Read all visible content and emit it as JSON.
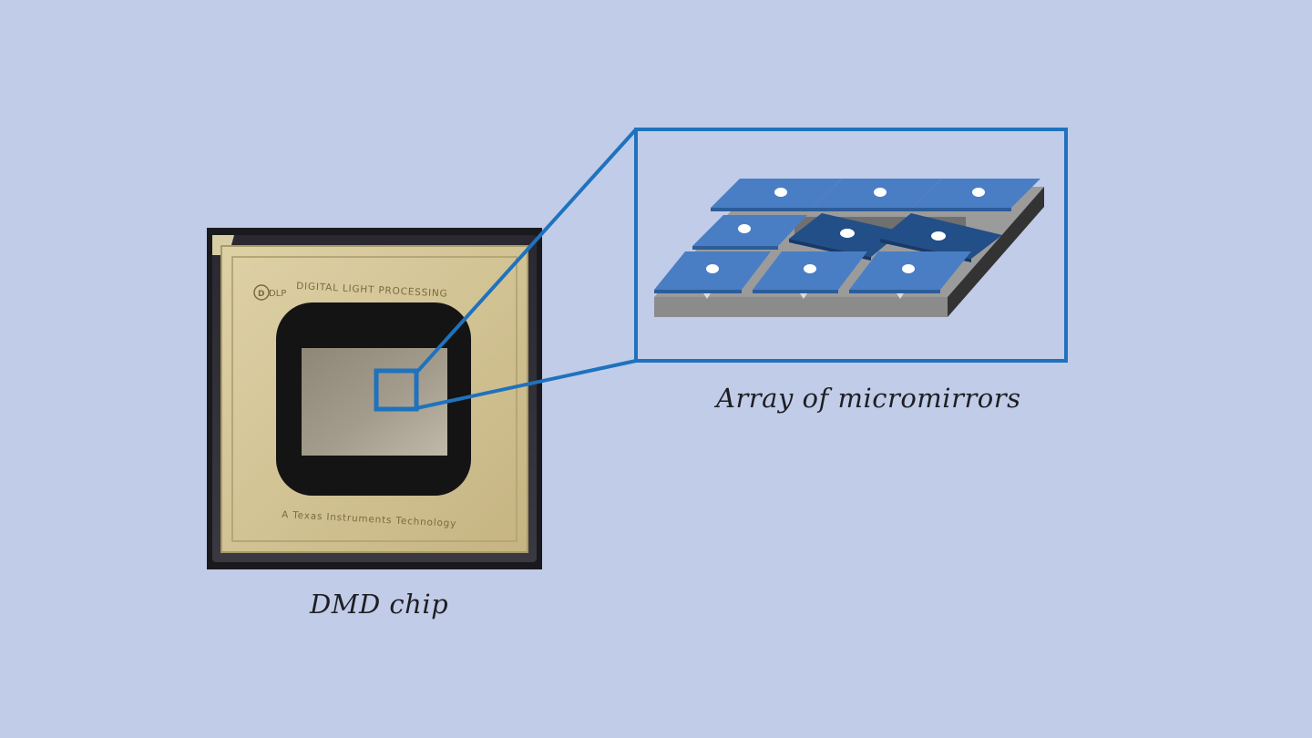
{
  "chip": {
    "caption": "DMD chip",
    "logo_text": "DLP",
    "header_text": "DIGITAL LIGHT PROCESSING",
    "footer_text": "A Texas Instruments Technology"
  },
  "micromirror_array": {
    "caption": "Array of micromirrors"
  },
  "colors": {
    "background": "#c1cce8",
    "highlight": "#1f72bd",
    "mirror": "#4a7ec4",
    "tilted_mirror": "#224f87"
  }
}
